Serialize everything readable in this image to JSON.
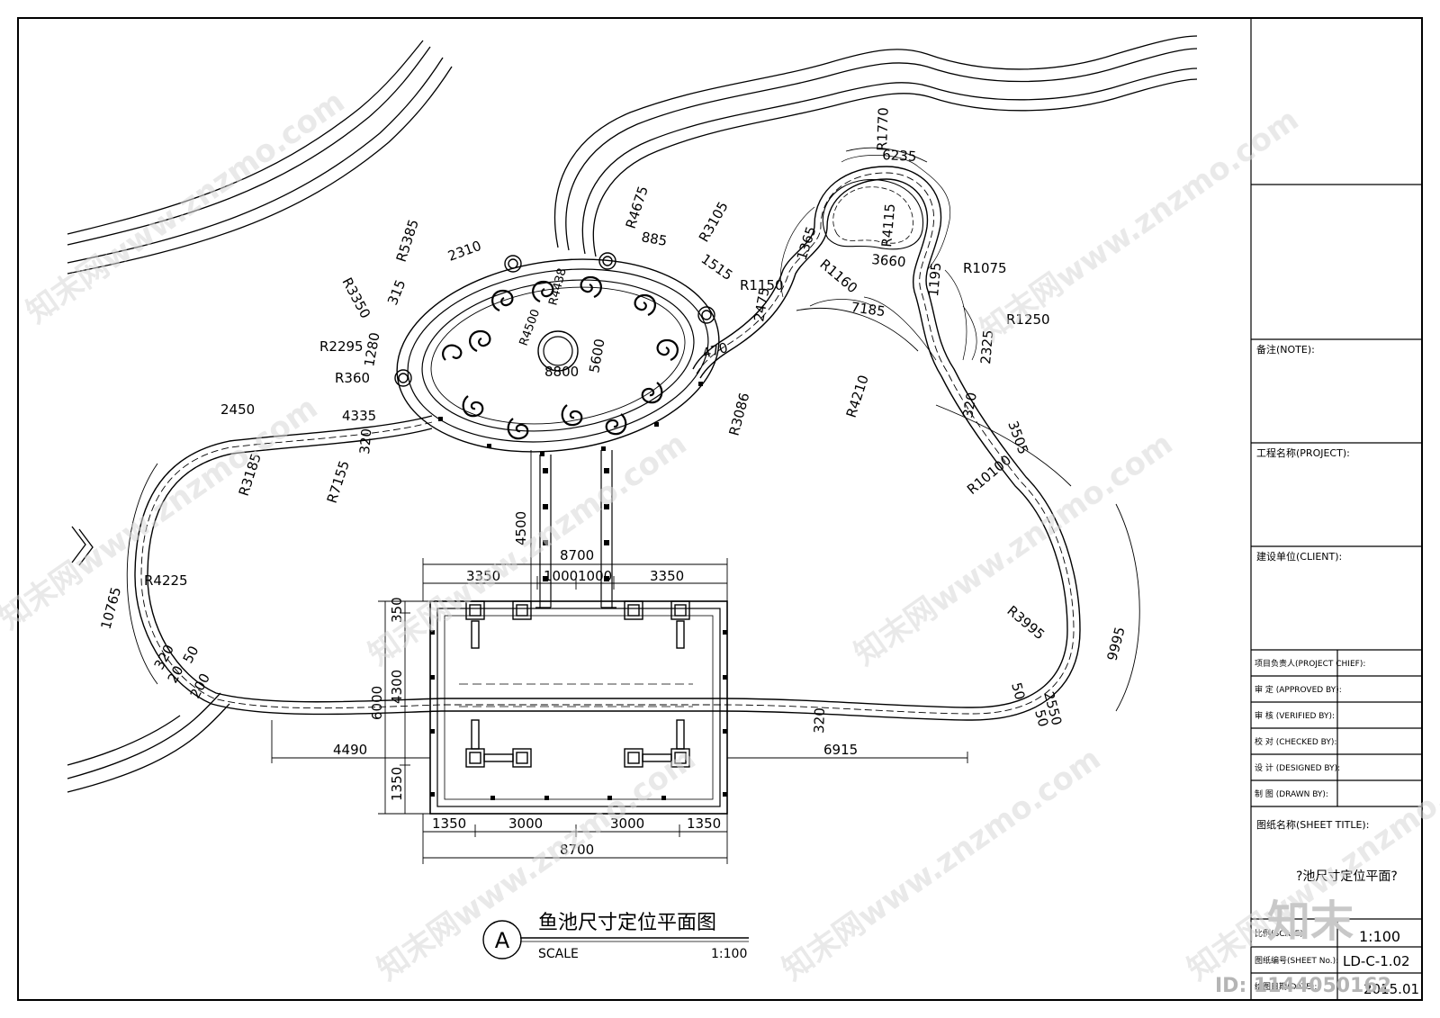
{
  "drawing": {
    "title_cn": "鱼池尺寸定位平面图",
    "title_marker": "A",
    "scale_label": "SCALE",
    "scale_value": "1:100"
  },
  "radii": [
    "R5385",
    "R3350",
    "R2295",
    "R360",
    "R3185",
    "R7155",
    "R4225",
    "R4675",
    "R3105",
    "R1150",
    "R3086",
    "R4210",
    "R1770",
    "R4115",
    "R1160",
    "R1075",
    "R1250",
    "R10100",
    "R3995",
    "R4438",
    "R4500"
  ],
  "pond_dims": [
    "2310",
    "315",
    "1280",
    "2450",
    "4335",
    "320",
    "10765",
    "320",
    "20",
    "50",
    "200",
    "885",
    "1515",
    "2475",
    "470",
    "7185",
    "6235",
    "3660",
    "1365",
    "1195",
    "2325",
    "320",
    "3505",
    "9995",
    "2550",
    "50",
    "50",
    "320",
    "5600",
    "8800"
  ],
  "pavilion_dims": {
    "top_total": "8700",
    "top_parts": [
      "3350",
      "1000",
      "1000",
      "3350"
    ],
    "bridge_len": "4500",
    "left_total": "6000",
    "left_parts": [
      "350",
      "4300",
      "1350"
    ],
    "bottom_parts": [
      "1350",
      "3000",
      "3000",
      "1350"
    ],
    "bottom_total": "8700",
    "left_path": "4490",
    "right_path": "6915"
  },
  "title_block": {
    "note": "备注(NOTE):",
    "project": "工程名称(PROJECT):",
    "client": "建设单位(CLIENT):",
    "project_chief": "项目负责人(PROJECT CHIEF):",
    "approved": "审  定 (APPROVED BY):",
    "verified": "审  核 (VERIFIED BY):",
    "checked": "校  对 (CHECKED BY):",
    "designed": "设  计 (DESIGNED BY):",
    "drawn": "制  图 (DRAWN BY):",
    "sheet_title_label": "图纸名称(SHEET TITLE):",
    "sheet_title": "?池尺寸定位平面?",
    "scale_label": "比例(SCALE)",
    "scale_value": "1:100",
    "sheet_no_label": "图纸编号(SHEET No.):",
    "sheet_no": "LD-C-1.02",
    "date_label": "绘图日期(DATE):",
    "date": "2015.01"
  },
  "watermarks": {
    "site": "知末网www.znzmo.com",
    "logo": "知末",
    "id": "ID: 1144050162"
  }
}
